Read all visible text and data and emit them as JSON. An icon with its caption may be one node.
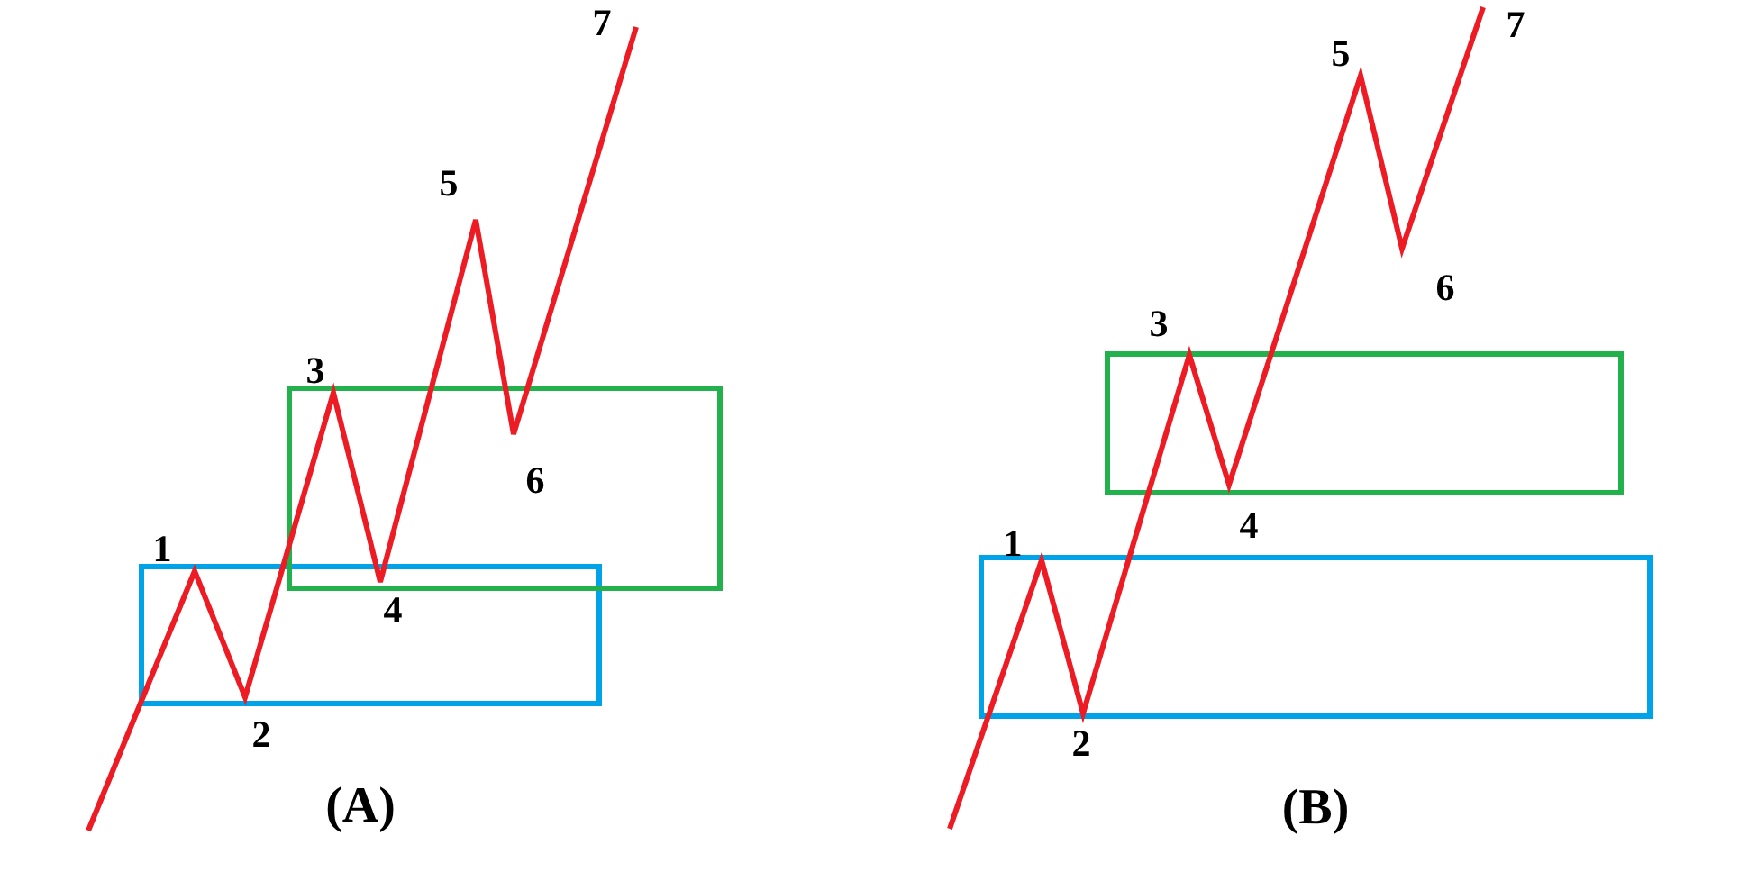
{
  "diagram": {
    "nodes": [
      {
        "text": [],
        "shape": "box"
      },
      {
        "text": [],
        "shape": "box"
      },
      {
        "text": [],
        "shape": "box"
      },
      {
        "text": [],
        "shape": "box"
      }
    ],
    "labels": [
      "1",
      "2",
      "3",
      "4",
      "5",
      "6",
      "7",
      "(A)",
      "1",
      "2",
      "3",
      "4",
      "5",
      "6",
      "7",
      "(B)"
    ]
  }
}
